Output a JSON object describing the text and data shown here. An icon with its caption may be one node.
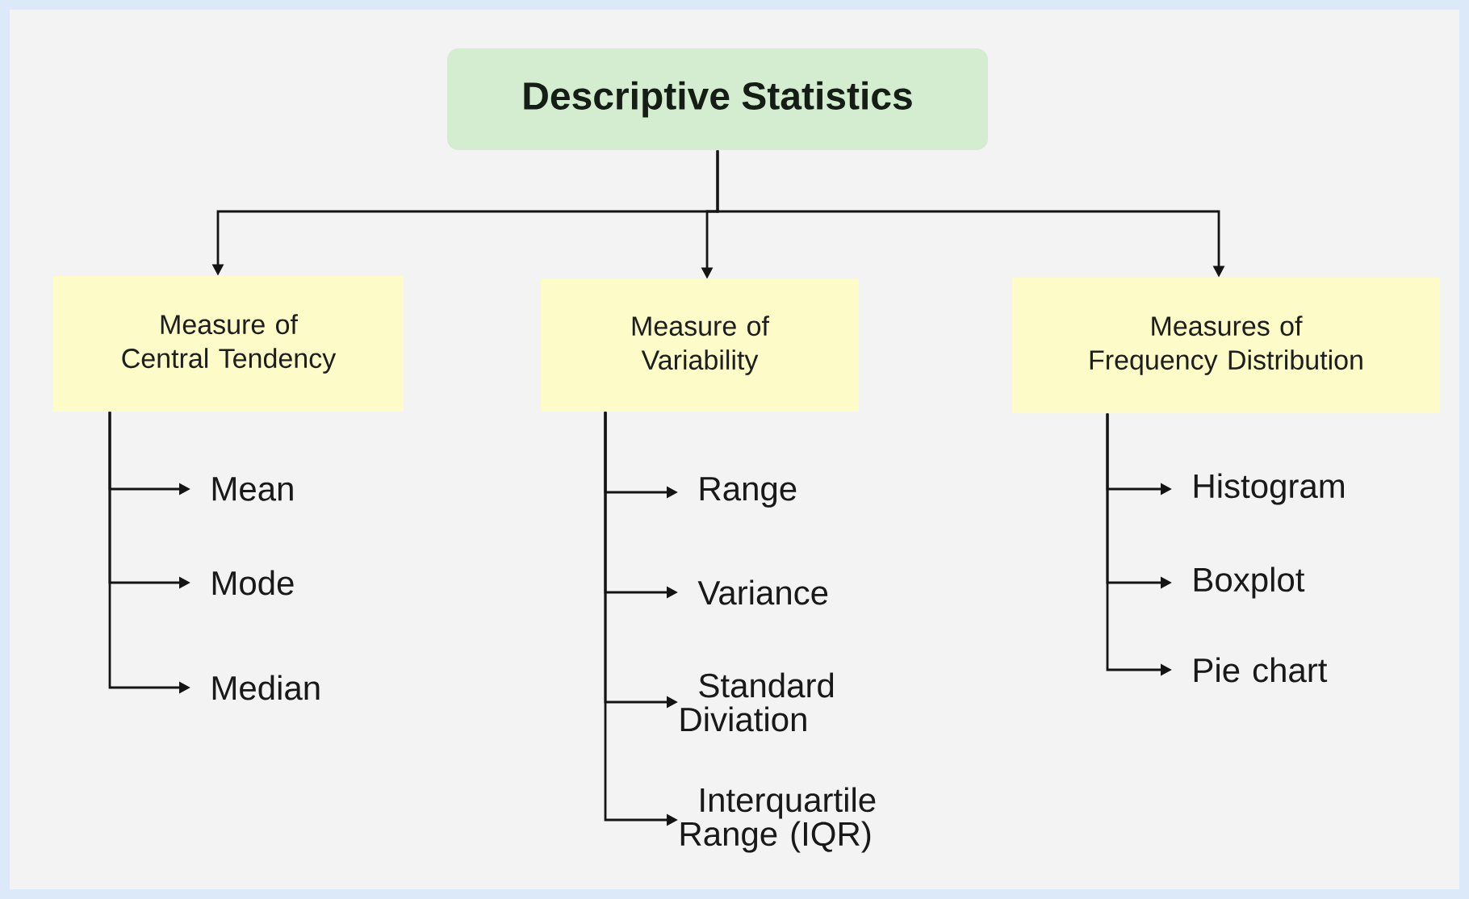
{
  "diagram": {
    "nodes": [
      {
        "text": [
          "Descriptive Statistics"
        ]
      },
      {
        "text": [
          "Measure of Central Tendency"
        ]
      },
      {
        "text": [
          "Measure of Variability"
        ]
      },
      {
        "text": [
          "Measures of Frequency Distribution"
        ]
      },
      {
        "text": [
          "Mean"
        ]
      },
      {
        "text": [
          "Mode"
        ]
      },
      {
        "text": [
          "Median"
        ]
      },
      {
        "text": [
          "Range"
        ]
      },
      {
        "text": [
          "Variance"
        ]
      },
      {
        "text": [
          "Standard Diviation"
        ]
      },
      {
        "text": [
          "Interquartile Range (IQR)"
        ]
      },
      {
        "text": [
          "Histogram"
        ]
      },
      {
        "text": [
          "Boxplot"
        ]
      },
      {
        "text": [
          "Pie chart"
        ]
      }
    ],
    "edges": [
      {
        "from": 0,
        "to": 1,
        "arrow": "to"
      },
      {
        "from": 0,
        "to": 2,
        "arrow": "to"
      },
      {
        "from": 0,
        "to": 3,
        "arrow": "to"
      },
      {
        "from": 1,
        "to": 4,
        "arrow": "to"
      },
      {
        "from": 1,
        "to": 5,
        "arrow": "to"
      },
      {
        "from": 1,
        "to": 6,
        "arrow": "to"
      },
      {
        "from": 2,
        "to": 7,
        "arrow": "to"
      },
      {
        "from": 2,
        "to": 8,
        "arrow": "to"
      },
      {
        "from": 2,
        "to": 9,
        "arrow": "to"
      },
      {
        "from": 2,
        "to": 10,
        "arrow": "to"
      },
      {
        "from": 3,
        "to": 11,
        "arrow": "to"
      },
      {
        "from": 3,
        "to": 12,
        "arrow": "to"
      },
      {
        "from": 3,
        "to": 13,
        "arrow": "to"
      }
    ]
  }
}
